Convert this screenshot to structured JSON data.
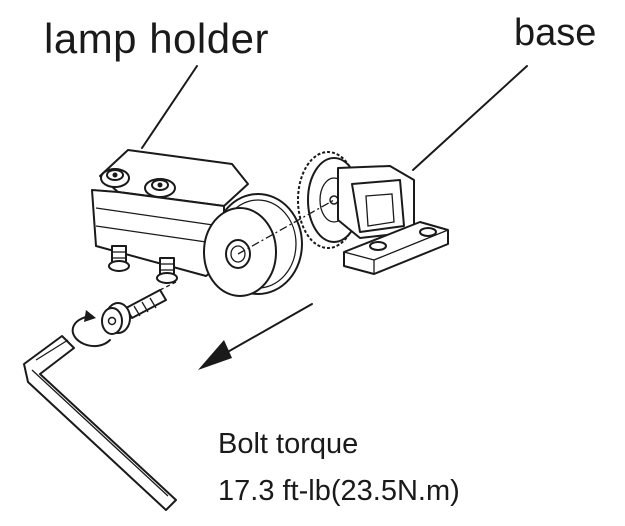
{
  "labels": {
    "lamp_holder": "lamp holder",
    "base": "base",
    "torque_title": "Bolt torque",
    "torque_value": "17.3 ft-lb(23.5N.m)"
  },
  "colors": {
    "line": "#1a1a1a",
    "background": "#ffffff"
  }
}
